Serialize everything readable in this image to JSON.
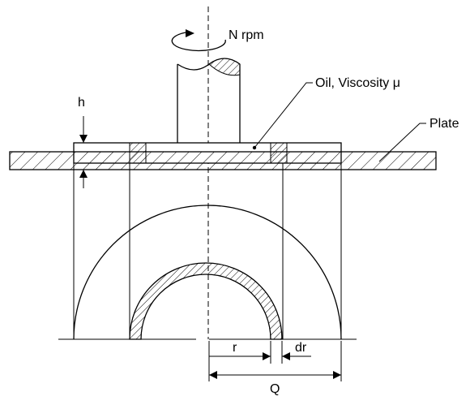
{
  "labels": {
    "speed": "N rpm",
    "oil": "Oil, Viscosity μ",
    "plate": "Plate",
    "gap": "h",
    "radius": "r",
    "increment": "dr",
    "outer": "Q"
  }
}
